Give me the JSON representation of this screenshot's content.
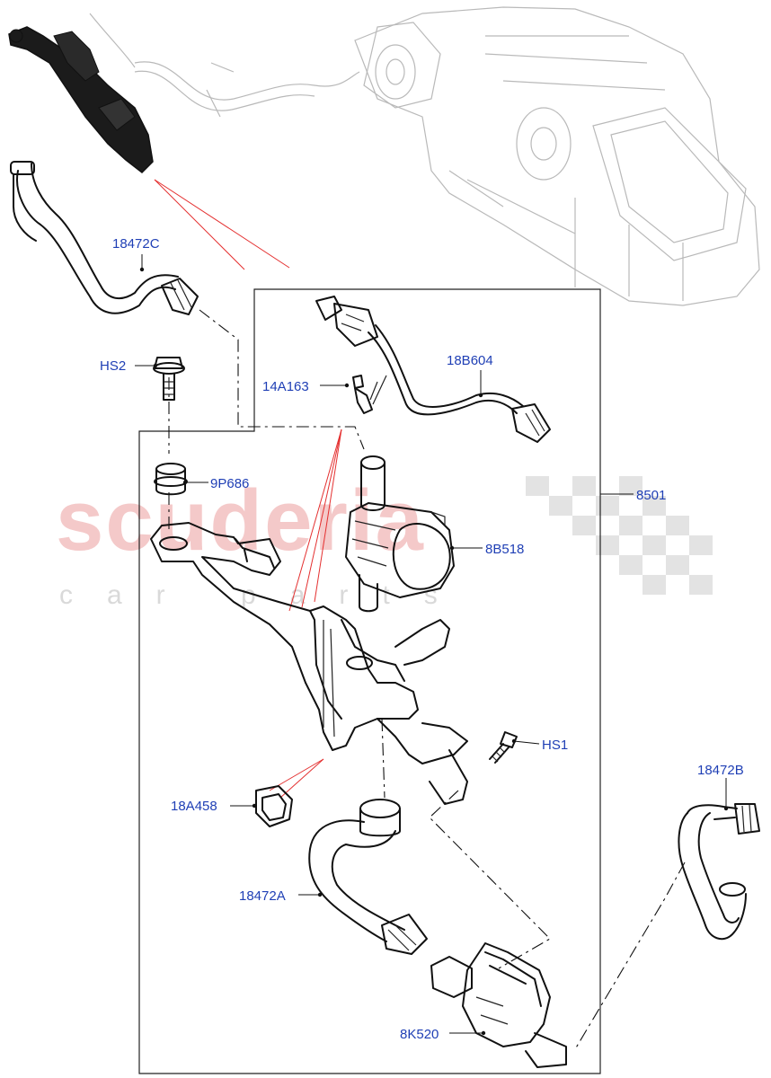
{
  "watermark": {
    "brand": "scuderia",
    "sub": "car parts"
  },
  "callouts": [
    {
      "id": "c-18472c",
      "text": "18472C"
    },
    {
      "id": "c-hs2",
      "text": "HS2"
    },
    {
      "id": "c-14a163",
      "text": "14A163"
    },
    {
      "id": "c-18b604",
      "text": "18B604"
    },
    {
      "id": "c-9p686",
      "text": "9P686"
    },
    {
      "id": "c-8501",
      "text": "8501"
    },
    {
      "id": "c-8b518",
      "text": "8B518"
    },
    {
      "id": "c-hs1",
      "text": "HS1"
    },
    {
      "id": "c-18472b",
      "text": "18472B"
    },
    {
      "id": "c-18a458",
      "text": "18A458"
    },
    {
      "id": "c-18472a",
      "text": "18472A"
    },
    {
      "id": "c-8k520",
      "text": "8K520"
    }
  ],
  "colors": {
    "label": "#1f3fb5",
    "watermark_brand": "#f4c9c9",
    "watermark_sub": "#d9d9d9",
    "guide_lines": "#e43030"
  }
}
